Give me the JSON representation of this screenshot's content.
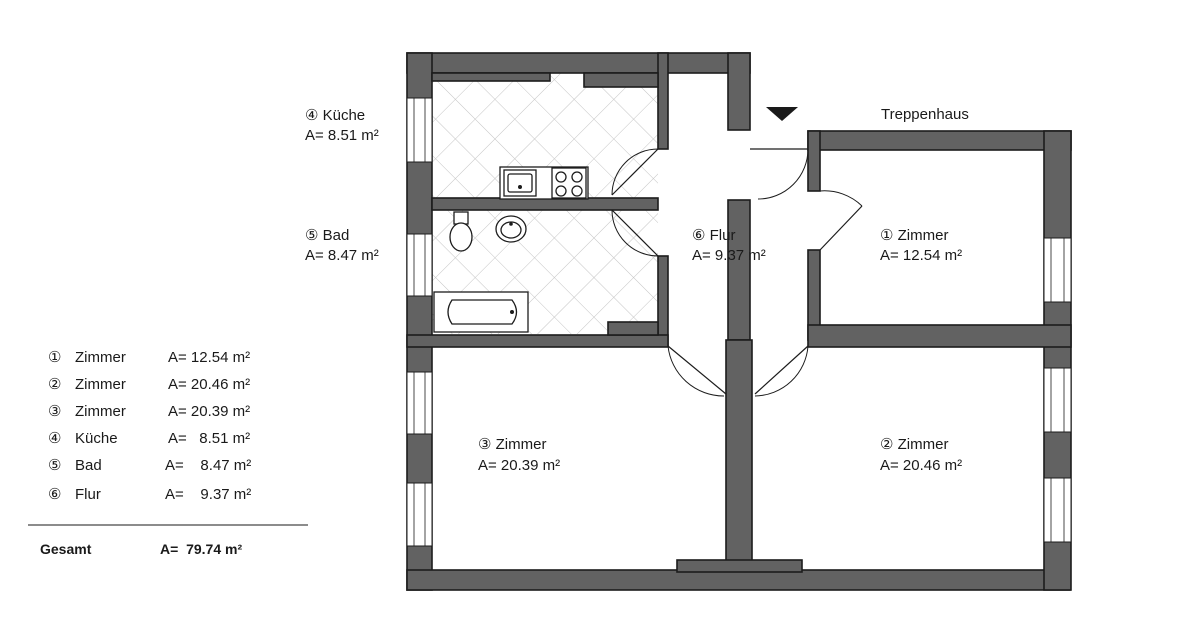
{
  "labels": {
    "staircase": "Treppenhaus",
    "kitchen_name": "④ Küche",
    "kitchen_area": "A= 8.51 m²",
    "bath_name": "⑤  Bad",
    "bath_area": "A= 8.47 m²",
    "hall_name": "⑥ Flur",
    "hall_area": "A= 9.37 m²",
    "room1_name": "① Zimmer",
    "room1_area": "A= 12.54 m²",
    "room2_name": "② Zimmer",
    "room2_area": "A= 20.46 m²",
    "room3_name": "③ Zimmer",
    "room3_area": "A= 20.39 m²"
  },
  "area_table": [
    {
      "num": "①",
      "name": "Zimmer",
      "area": "A= 12.54 m²"
    },
    {
      "num": "②",
      "name": "Zimmer",
      "area": "A= 20.46 m²"
    },
    {
      "num": "③",
      "name": "Zimmer",
      "area": "A= 20.39 m²"
    },
    {
      "num": "④",
      "name": "Küche",
      "area": "A=   8.51 m²"
    },
    {
      "num": "⑤",
      "name": "Bad",
      "area": "A=    8.47 m²"
    },
    {
      "num": "⑥",
      "name": "Flur",
      "area": "A=    9.37 m²"
    }
  ],
  "total": {
    "label": "Gesamt",
    "area": "A=  79.74 m²"
  },
  "icons": {
    "entrance": "entrance-arrow-icon",
    "stove": "stove-icon",
    "sink": "sink-icon",
    "toilet": "toilet-icon",
    "washbasin": "washbasin-icon",
    "bathtub": "bathtub-icon"
  },
  "colors": {
    "wall": "#626262",
    "outline": "#1c1c1c",
    "tile_line": "#c4c4c4"
  }
}
